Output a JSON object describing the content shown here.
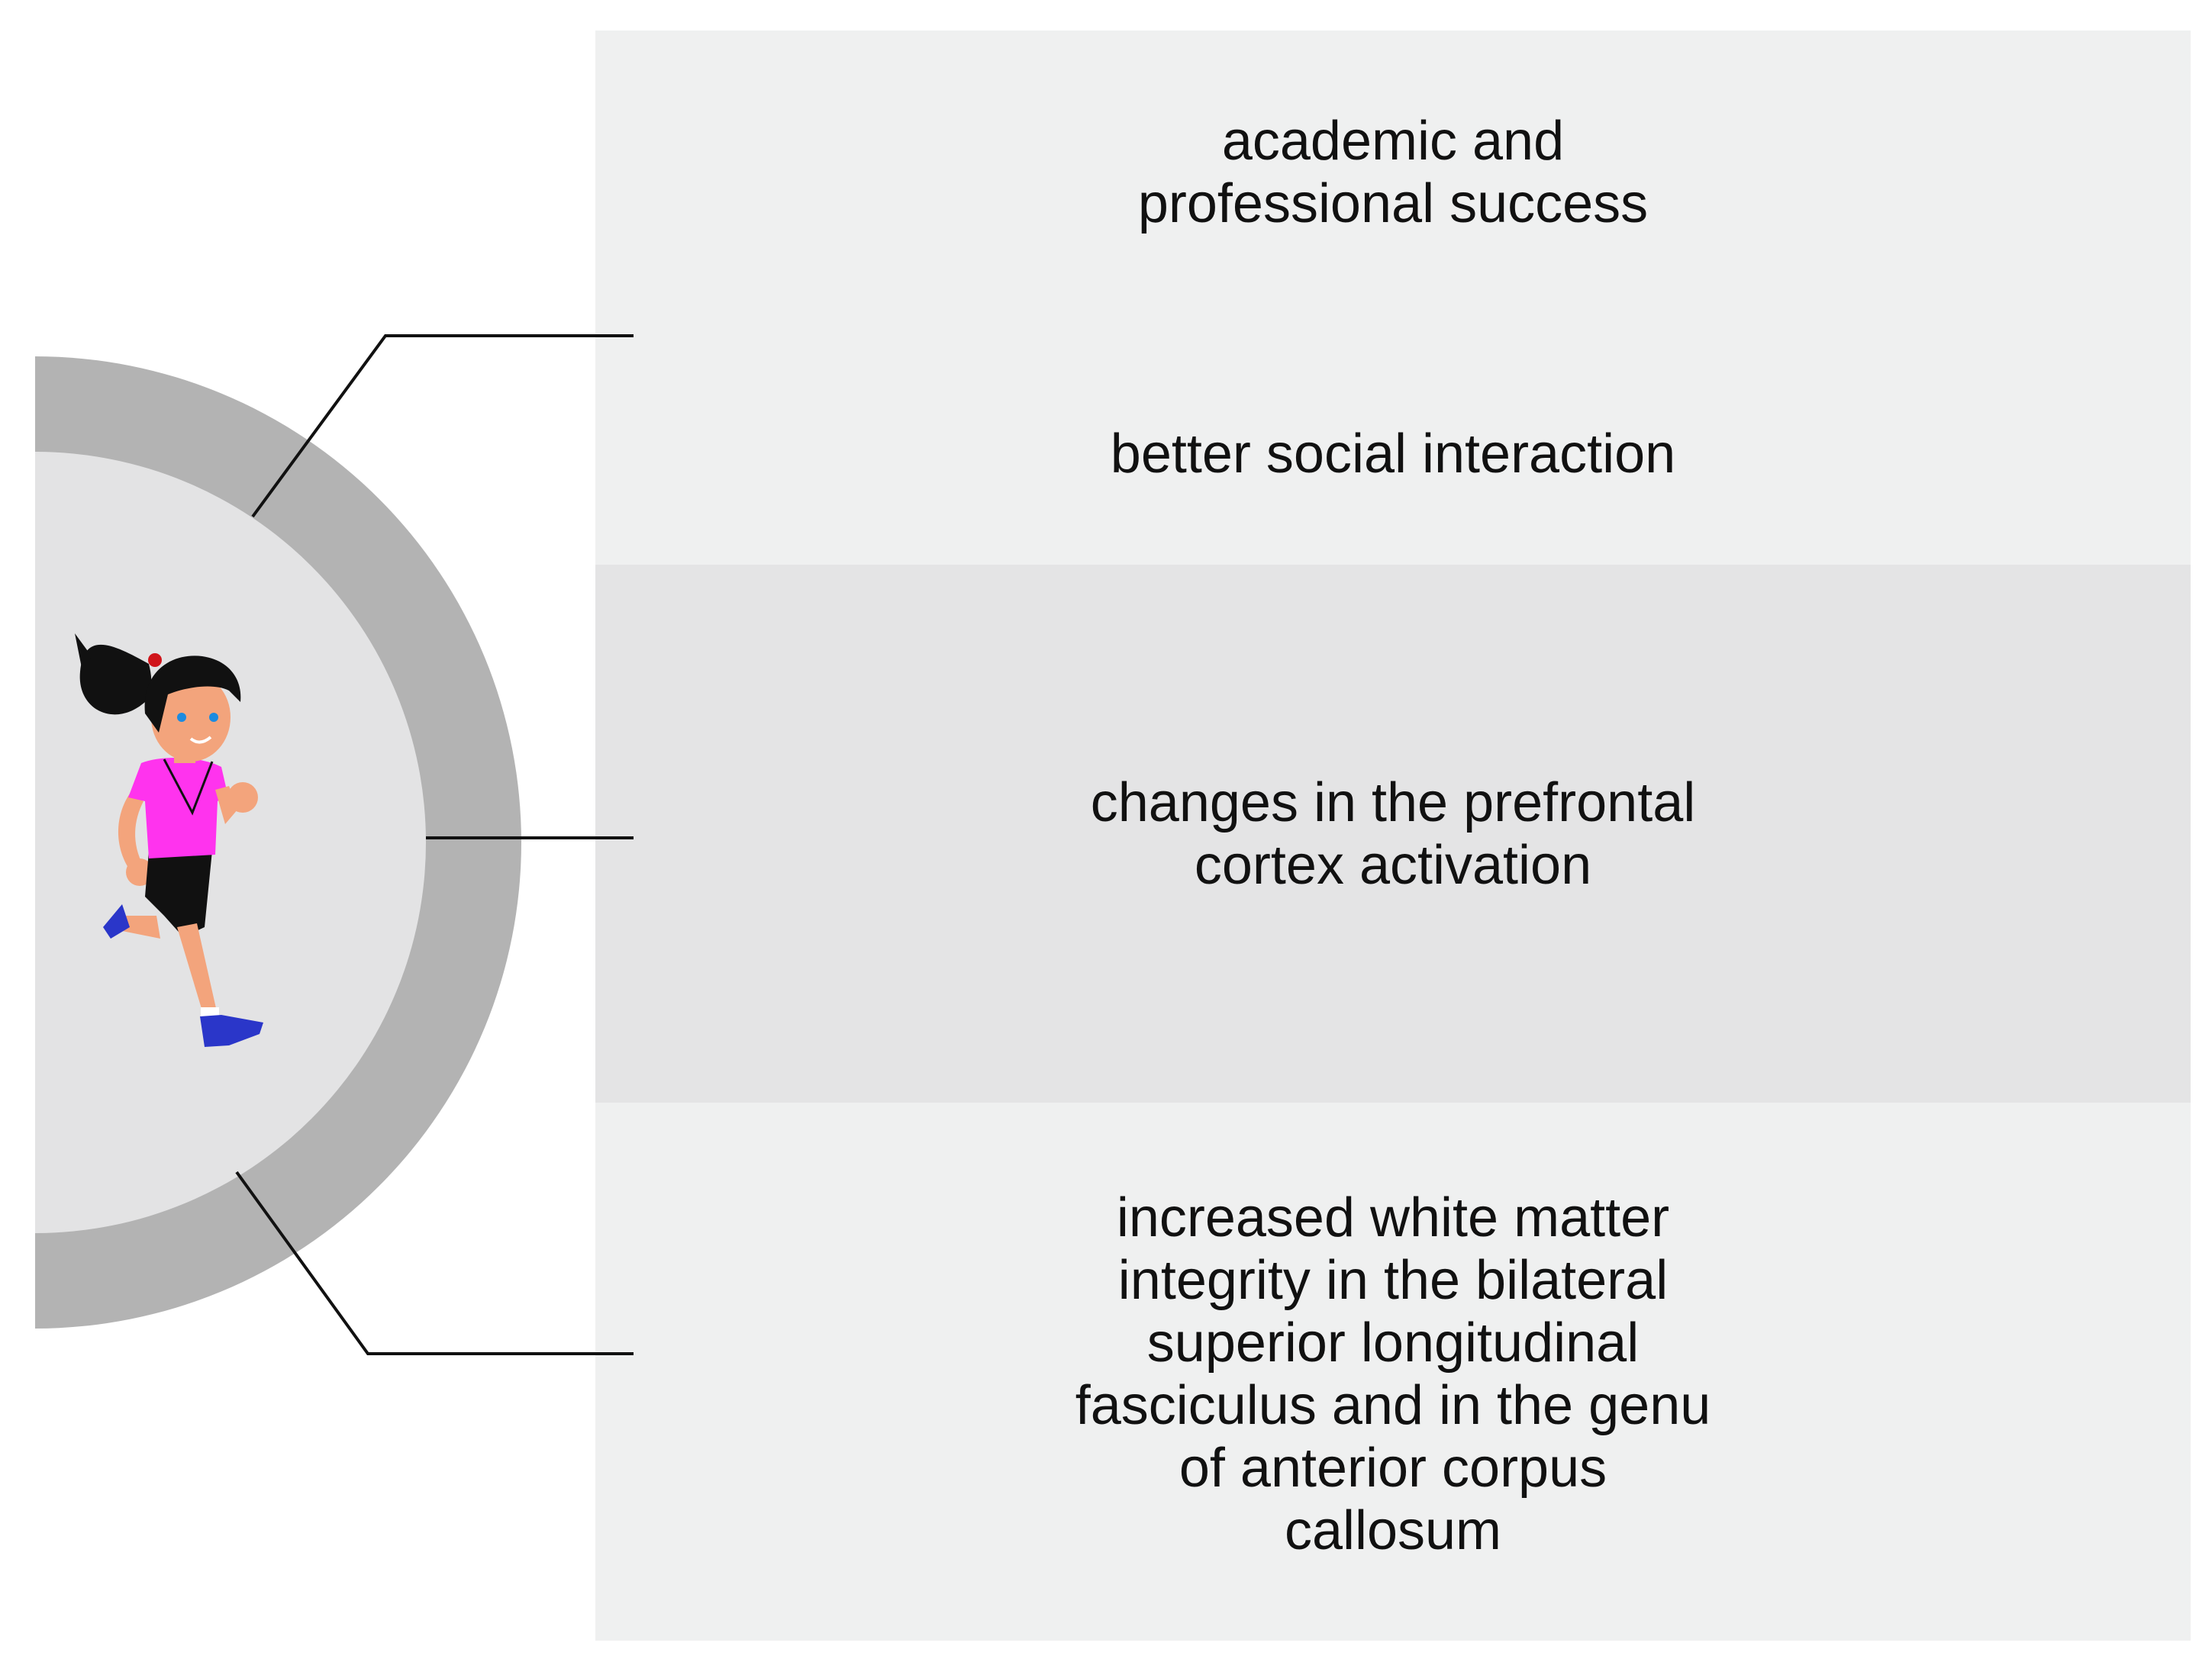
{
  "panels": {
    "top": {
      "line1": "academic and\nprofessional success",
      "line2": "better social interaction"
    },
    "middle": {
      "text": "changes in the prefrontal\ncortex activation"
    },
    "bottom": {
      "text": "increased white matter\nintegrity in the bilateral\nsuperior longitudinal\nfasciculus and in the genu\nof anterior corpus\ncallosum"
    }
  },
  "colors": {
    "panel_light": "#eff0f0",
    "panel_mid": "#e4e4e5",
    "ring": "#b3b3b3",
    "disc": "#e3e3e4",
    "connector": "#111111"
  },
  "illustration": {
    "icon": "running-girl-icon"
  }
}
